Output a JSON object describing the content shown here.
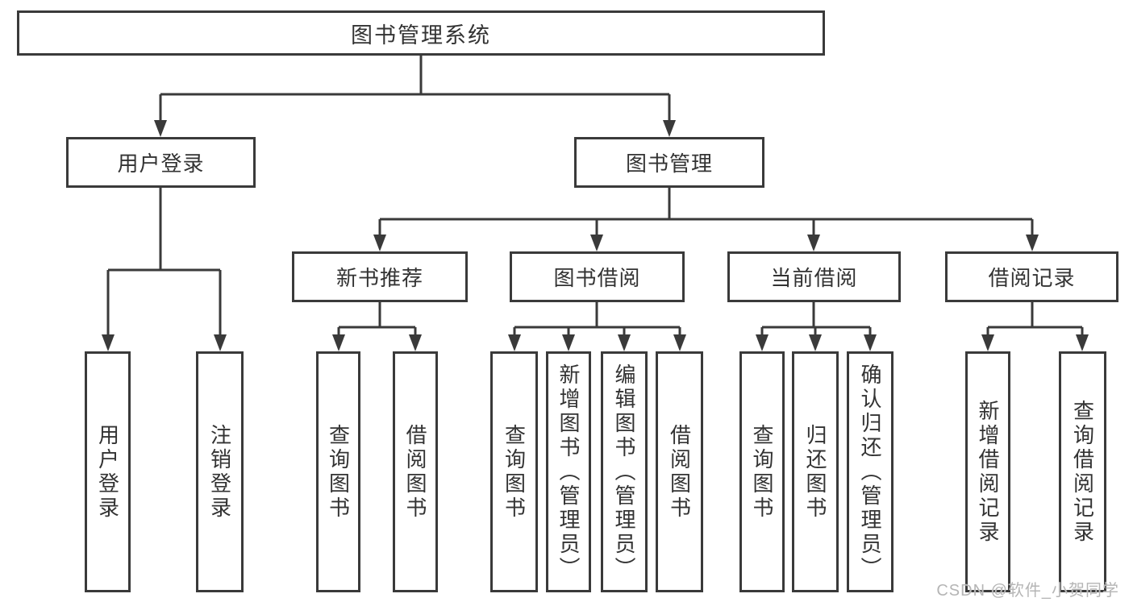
{
  "diagram": {
    "root": {
      "label": "图书管理系统"
    },
    "user_login": {
      "label": "用户登录",
      "children": [
        {
          "label": "用户登录"
        },
        {
          "label": "注销登录"
        }
      ]
    },
    "book_mgmt": {
      "label": "图书管理",
      "groups": [
        {
          "label": "新书推荐",
          "children": [
            {
              "label": "查询图书"
            },
            {
              "label": "借阅图书"
            }
          ]
        },
        {
          "label": "图书借阅",
          "children": [
            {
              "label": "查询图书"
            },
            {
              "label": "新增图书（管理员）"
            },
            {
              "label": "编辑图书（管理员）"
            },
            {
              "label": "借阅图书"
            }
          ]
        },
        {
          "label": "当前借阅",
          "children": [
            {
              "label": "查询图书"
            },
            {
              "label": "归还图书"
            },
            {
              "label": "确认归还（管理员）"
            }
          ]
        },
        {
          "label": "借阅记录",
          "children": [
            {
              "label": "新增借阅记录"
            },
            {
              "label": "查询借阅记录"
            }
          ]
        }
      ]
    },
    "watermark": "CSDN @软件_小贺同学",
    "colors": {
      "line": "#3a3a3a",
      "text": "#333333",
      "watermark": "#b5b5b5",
      "background": "#ffffff"
    }
  }
}
